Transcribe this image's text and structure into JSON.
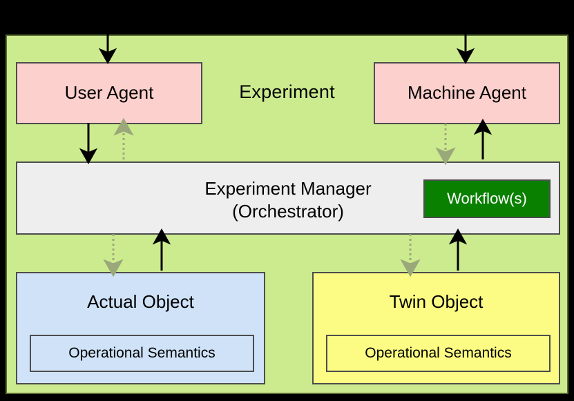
{
  "diagram": {
    "title": "Experiment",
    "container_color": "#cceb8f",
    "background_color": "#000000"
  },
  "agents": {
    "user_agent": "User Agent",
    "machine_agent": "Machine Agent",
    "color": "#fcd0cd"
  },
  "manager": {
    "label": "Experiment Manager\n(Orchestrator)",
    "line1": "Experiment Manager",
    "line2": "(Orchestrator)",
    "color": "#eeeeee",
    "workflows": {
      "label": "Workflow(s)",
      "color": "#0a8000",
      "text_color": "#ffffff"
    }
  },
  "objects": {
    "actual": {
      "title": "Actual Object",
      "semantics": "Operational Semantics",
      "color": "#cfe2f7"
    },
    "twin": {
      "title": "Twin Object",
      "semantics": "Operational Semantics",
      "color": "#fcfb84"
    }
  },
  "edges": {
    "solid_color": "#000000",
    "dotted_color": "#9aa87a",
    "list": [
      {
        "name": "external-to-user-agent",
        "style": "solid",
        "direction": "down"
      },
      {
        "name": "external-to-machine-agent",
        "style": "solid",
        "direction": "down"
      },
      {
        "name": "user-agent-to-manager",
        "style": "solid",
        "direction": "down"
      },
      {
        "name": "manager-to-user-agent",
        "style": "dotted",
        "direction": "up"
      },
      {
        "name": "machine-agent-to-manager",
        "style": "solid",
        "direction": "up"
      },
      {
        "name": "manager-to-machine-agent",
        "style": "dotted",
        "direction": "down"
      },
      {
        "name": "manager-to-actual-object",
        "style": "dotted",
        "direction": "down"
      },
      {
        "name": "actual-object-to-manager",
        "style": "solid",
        "direction": "up"
      },
      {
        "name": "manager-to-twin-object",
        "style": "dotted",
        "direction": "down"
      },
      {
        "name": "twin-object-to-manager",
        "style": "solid",
        "direction": "up"
      }
    ]
  }
}
